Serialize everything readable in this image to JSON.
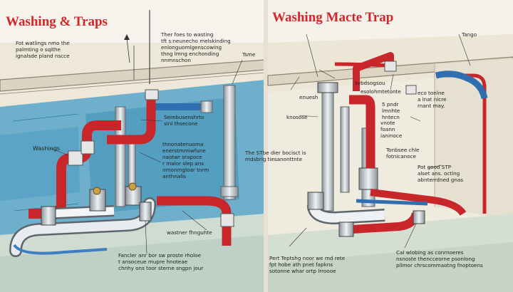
{
  "left": {
    "title": "Washing & Traps",
    "labels": {
      "top_left": "Fot watlings nmo the\npalmting o sqithe\nignalsde pland nscce",
      "top_center": "Ther foes to wasting\ntft s:neunecho melskinding\nenlonguomlgenscowing\nthng lmng enchonding\nnnmnschon",
      "top_right": "Tsme",
      "mid_upper": "Serebusenshrto\nsinl thsecone",
      "washings": "Washings",
      "mid_center": "thnonatenuoma\nenerstmmiwfune\nnaotwr srapoce\nr malor slep ans\nnmonmgloar tnrm\nanthnalis",
      "bottom_right": "wastner fhnguhte",
      "bottom_center": "Fancler anr bor sw proste rholoe\nt ansoceue mupre hnoteae\nchnhy ons toor sterne sngpn jour"
    }
  },
  "center_note": "The STbe dier bocisct is\nmdsbrig tiesanonttnte",
  "right": {
    "title": "Washing Macte Trap",
    "labels": {
      "top_right": "Tango",
      "r1": "svbdsogsou",
      "r2": "esolohmtetonte",
      "r3": "eco tonlne\na lnat nicre\nrnant may.",
      "r4": "enuesh",
      "r5": "5 pndr\nlmnhte\nhntecn",
      "r6": "knosose",
      "r7": "vnote\nfoann\nianinoce",
      "r8": "Tonbsee chle\nfotnicanoce",
      "r9": "Pot good STP\nalset ans. octlng\nabnterrdned gnas",
      "bottom_left": "Pert Teptshg noor we md rete\nfpt hobe ath pnet fapkns\nsotonne whar ortp lrroooe",
      "bottom_right": "Cal wlobing as conrnoeres\nnsnoste thencceorne psonlong\npllmor chrscommaotng fnoptoens"
    }
  }
}
